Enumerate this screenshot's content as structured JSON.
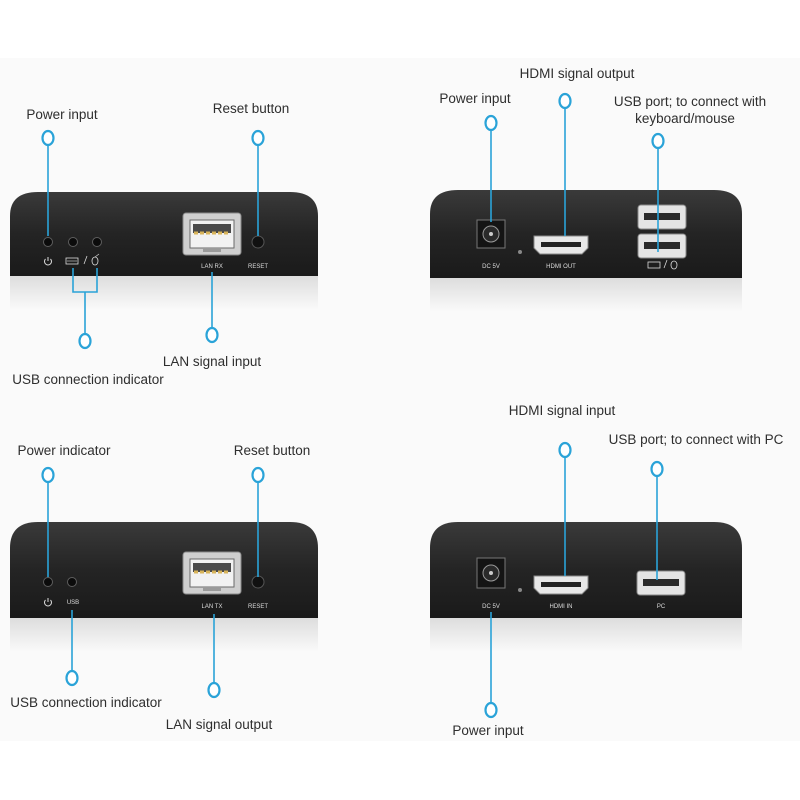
{
  "labels": {
    "tl_power_input": "Power input",
    "tl_reset_button": "Reset button",
    "tl_usb_indicator": "USB connection indicator",
    "tl_lan_input": "LAN signal  input",
    "tr_hdmi_output": "HDMI signal output",
    "tr_power_input": "Power input",
    "tr_usb_port_line1": "USB port;  to connect with",
    "tr_usb_port_line2": "keyboard/mouse",
    "bl_power_indicator": "Power indicator",
    "bl_reset_button": "Reset button",
    "bl_usb_indicator": "USB connection  indicator",
    "bl_lan_output": "LAN signal output",
    "br_hdmi_input": "HDMI signal input",
    "br_usb_port": "USB port;  to connect with PC",
    "br_power_input": "Power input"
  },
  "device_text": {
    "tl_lan": "LAN RX",
    "tl_reset": "RESET",
    "tr_dc": "DC 5V",
    "tr_hdmi": "HDMI OUT",
    "bl_usb": "USB",
    "bl_lan": "LAN TX",
    "bl_reset": "RESET",
    "br_dc": "DC 5V",
    "br_hdmi": "HDMI IN",
    "br_pc": "PC"
  },
  "colors": {
    "accent": "#2aa3d8",
    "device_body": "#252525",
    "background": "#fafafa"
  },
  "icons": [
    "power-symbol-icon",
    "keyboard-icon",
    "mouse-icon",
    "rj45-port-icon",
    "hdmi-port-icon",
    "usb-port-icon",
    "dc-jack-icon"
  ]
}
